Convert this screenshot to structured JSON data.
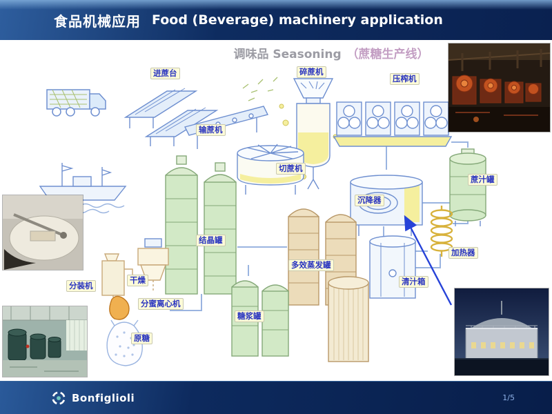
{
  "header": {
    "title_cn": "食品机械应用",
    "title_en": "Food (Beverage) machinery application"
  },
  "diagram": {
    "title_main": "调味品 Seasoning",
    "title_paren": "（蔗糖生产线）",
    "labels": [
      {
        "text": "进蔗台"
      },
      {
        "text": "输蔗机"
      },
      {
        "text": "碎蔗机"
      },
      {
        "text": "压榨机"
      },
      {
        "text": "切蔗机"
      },
      {
        "text": "沉降器"
      },
      {
        "text": "蔗汁罐"
      },
      {
        "text": "结晶罐"
      },
      {
        "text": "多效蒸发罐"
      },
      {
        "text": "加热器"
      },
      {
        "text": "清汁箱"
      },
      {
        "text": "分装机"
      },
      {
        "text": "干燥"
      },
      {
        "text": "分蜜离心机"
      },
      {
        "text": "糖浆罐"
      },
      {
        "text": "原糖"
      }
    ]
  },
  "photos": {
    "top_right": "sugar-mill-rollers-photo",
    "left": "extractor-machine-photo",
    "bottom_left": "factory-floor-photo",
    "bottom_right": "clarifier-building-night-photo"
  },
  "footer": {
    "brand": "Bonfiglioli",
    "page": "1/5"
  },
  "colors": {
    "header_bg": "#0e2c60",
    "footer_bg": "#0c2454",
    "label_text": "#2a35c0",
    "label_bg": "#fdfbd8",
    "arrow": "#2743d8",
    "title_gray": "#9c9ca4",
    "title_purple": "#c39ec3",
    "brand_teal": "#6fc8c0"
  }
}
